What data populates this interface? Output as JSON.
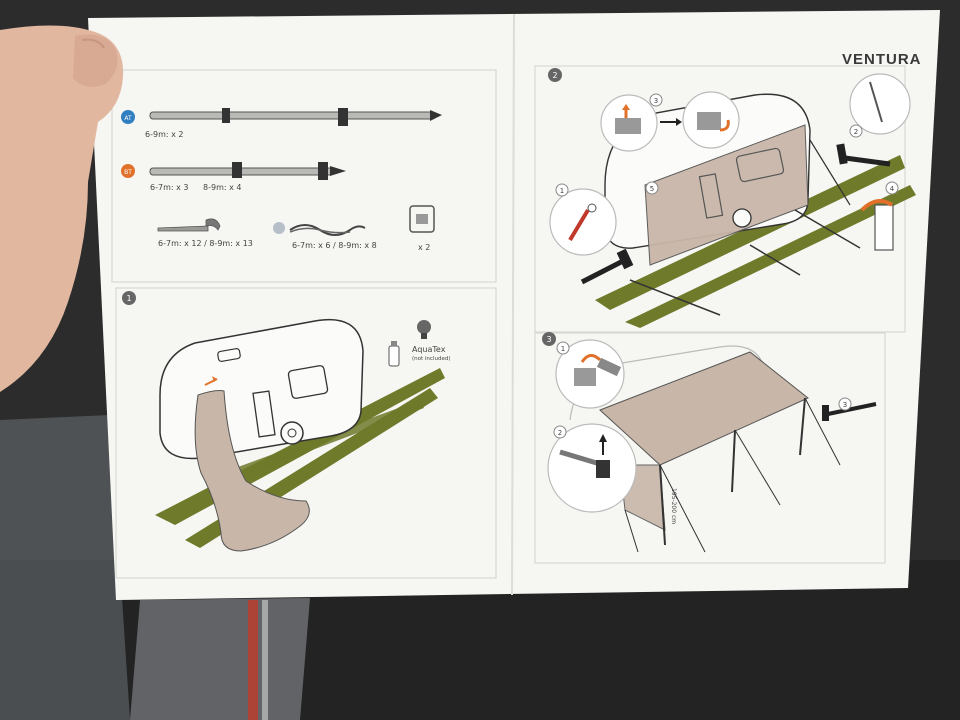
{
  "brand": "VENTURA",
  "colors": {
    "background": "#2a2a2a",
    "paper": "#f7f7f5",
    "grass": "#6f7a2a",
    "awning": "#c8b6a8",
    "badge_blue": "#2f7fc1",
    "badge_orange": "#e0702a",
    "arrow": "#e0702a"
  },
  "parts": {
    "badge_a": "AT",
    "badge_b": "BT",
    "pole_a_qty": "6-9m: x 2",
    "pole_b_qty_1": "6-7m: x 3",
    "pole_b_qty_2": "8-9m: x 4",
    "peg_qty": "6-7m: x 12 / 8-9m: x 13",
    "rope_qty": "6-7m: x 6 / 8-9m: x 8",
    "clamp_qty": "x 2"
  },
  "step1": {
    "number": "1",
    "product_name": "AquaTex",
    "product_note": "(not included)"
  },
  "step2": {
    "number": "2",
    "callout_1": "1",
    "callout_2": "2",
    "callout_3": "3",
    "callout_4": "4",
    "callout_5": "5"
  },
  "step3": {
    "number": "3",
    "callout_1": "1",
    "callout_2": "2",
    "callout_3": "3",
    "height_label": "195-200 cm"
  }
}
